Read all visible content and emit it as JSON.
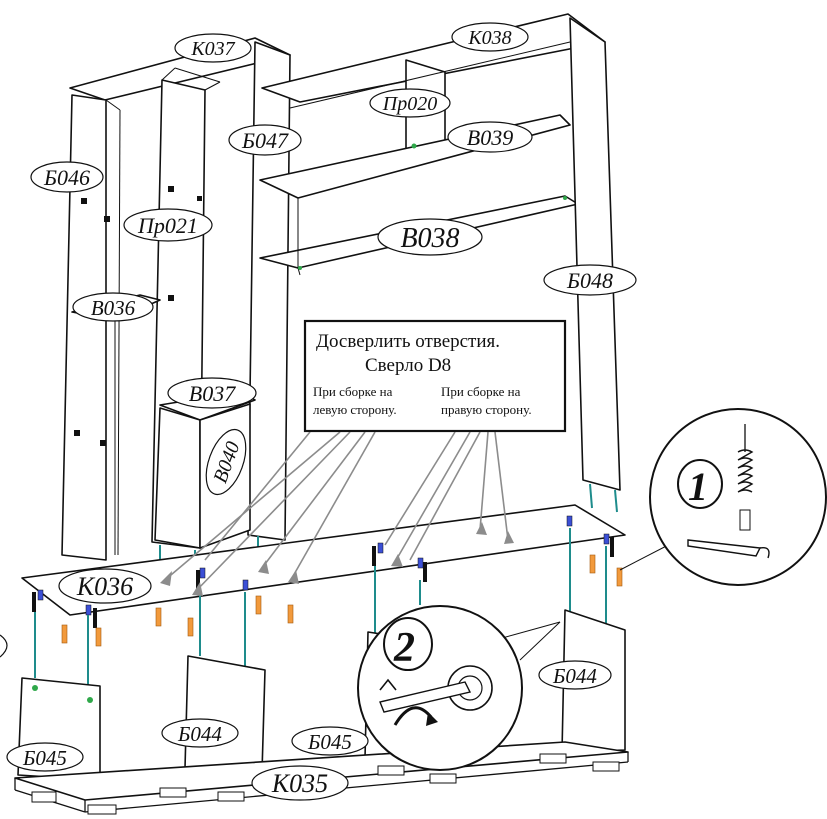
{
  "labels": {
    "k037": "К037",
    "k038": "К038",
    "pr020": "Пр020",
    "b047": "Б047",
    "v039": "В039",
    "b046": "Б046",
    "pr021": "Пр021",
    "v038": "В038",
    "b048": "Б048",
    "v036": "В036",
    "v037": "В037",
    "v040": "В040",
    "k036": "К036",
    "b044_right": "Б044",
    "b044_mid": "Б044",
    "b045_right": "Б045",
    "b045_left": "Б045",
    "k035": "К035"
  },
  "note": {
    "title": "Досверлить отверстия.",
    "subtitle": "Сверло D8",
    "left_line1": "При сборке на",
    "left_line2": "левую сторону.",
    "right_line1": "При сборке на",
    "right_line2": "правую сторону."
  },
  "steps": {
    "one": "1",
    "two": "2"
  },
  "colors": {
    "dowel": "#1e8c8c",
    "fastener_orange": "#f29a3c",
    "fastener_blue": "#3b4fd6",
    "hole_green": "#2fa84a",
    "arrow_gray": "#8c8c8c"
  }
}
